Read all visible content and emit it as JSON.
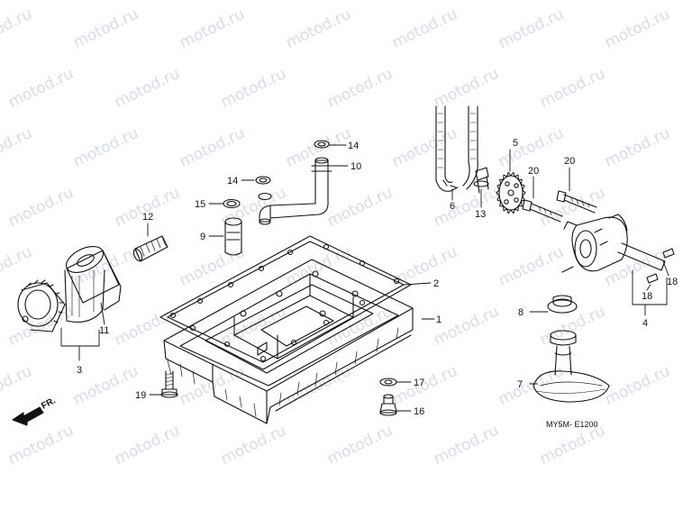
{
  "watermark": "motod.ru",
  "diagram_code": "MY5M- E1200",
  "direction_label": "FR.",
  "callouts": {
    "c1": "1",
    "c2": "2",
    "c3": "3",
    "c4": "4",
    "c5": "5",
    "c6": "6",
    "c7": "7",
    "c8": "8",
    "c9": "9",
    "c10": "10",
    "c11": "11",
    "c12": "12",
    "c13": "13",
    "c14a": "14",
    "c14b": "14",
    "c15": "15",
    "c16": "16",
    "c17": "17",
    "c18a": "18",
    "c18b": "18",
    "c19": "19",
    "c20a": "20",
    "c20b": "20"
  },
  "colors": {
    "ink": "#111111",
    "watermark": "#d6dde8"
  }
}
